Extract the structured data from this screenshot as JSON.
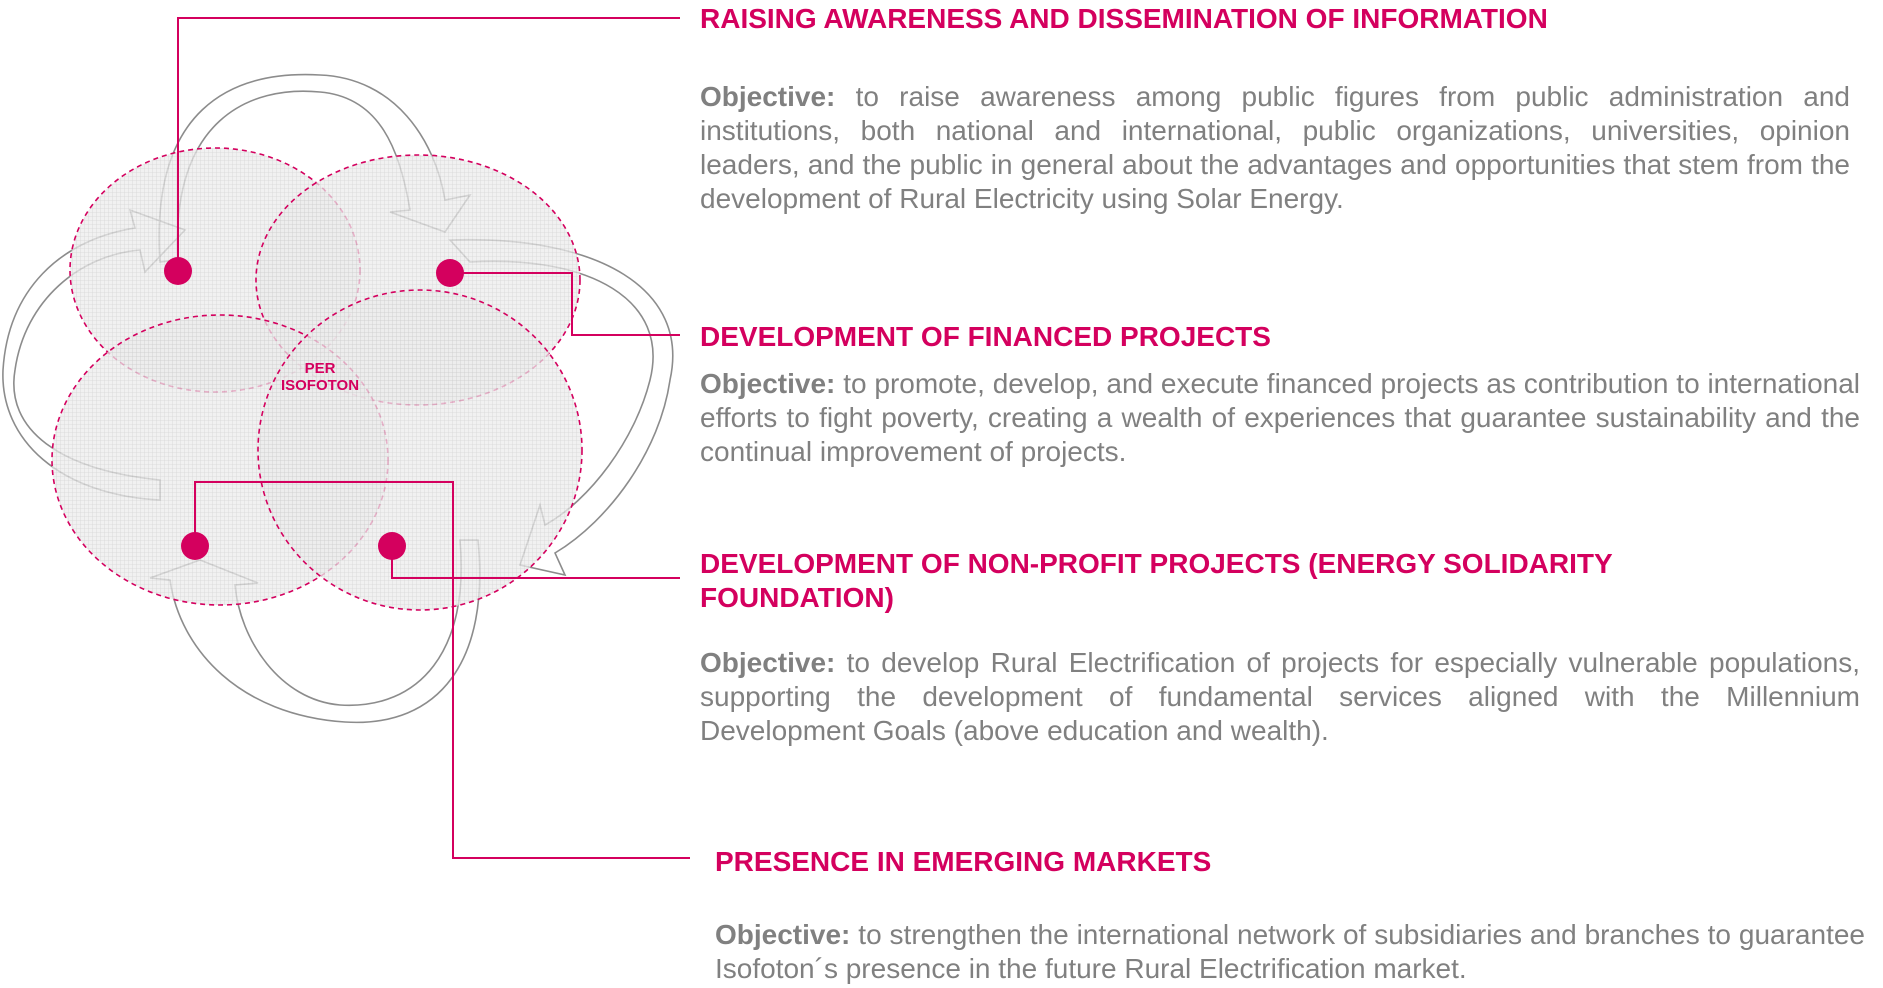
{
  "center": {
    "line1": "PER",
    "line2": "ISOFOTON"
  },
  "sections": [
    {
      "title": "RAISING AWARENESS AND DISSEMINATION OF INFORMATION",
      "objective_label": "Objective:",
      "objective_text": "to raise awareness among public figures from public administration and institutions, both national and international, public organizations, universities, opinion leaders, and the public in general about the advantages and opportunities that stem from the development of Rural Electricity using Solar Energy."
    },
    {
      "title": "DEVELOPMENT OF FINANCED PROJECTS",
      "objective_label": "Objective:",
      "objective_text": "to promote, develop, and execute financed projects as contribution to international efforts to fight poverty, creating a wealth of experiences that guarantee sustainability and the continual improvement of projects."
    },
    {
      "title": "DEVELOPMENT OF NON-PROFIT PROJECTS (ENERGY SOLIDARITY FOUNDATION)",
      "objective_label": "Objective:",
      "objective_text": "to develop Rural Electrification of projects for especially vulnerable populations, supporting the development of fundamental services aligned with the Millennium Development Goals (above education and wealth)."
    },
    {
      "title": "PRESENCE IN EMERGING MARKETS",
      "objective_label": "Objective:",
      "objective_text": "to strengthen the international network of subsidiaries and branches to guarantee Isofoton´s presence in the future Rural Electrification market."
    }
  ],
  "colors": {
    "accent": "#d4005e",
    "text_gray": "#808080",
    "arrow_stroke": "#8c8c8c",
    "fill_gray": "#e0e0e0"
  }
}
